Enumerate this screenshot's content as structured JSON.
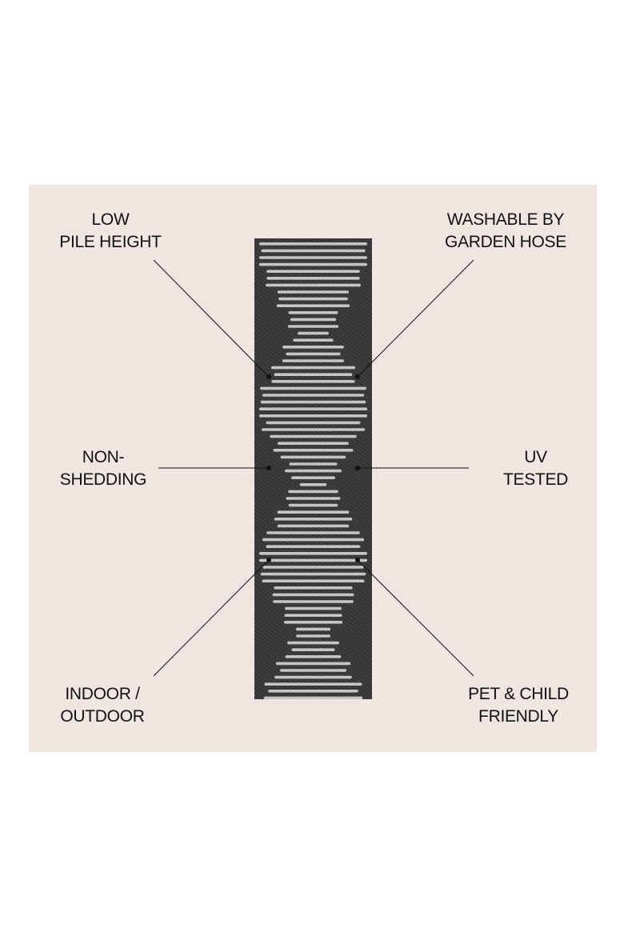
{
  "features": {
    "low_pile": {
      "line1": "LOW",
      "line2": "PILE HEIGHT"
    },
    "washable": {
      "line1": "WASHABLE BY",
      "line2": "GARDEN HOSE"
    },
    "non_shedding": {
      "line1": "NON-",
      "line2": "SHEDDING"
    },
    "uv_tested": {
      "line1": "UV",
      "line2": "TESTED"
    },
    "indoor_outdoor": {
      "line1": "INDOOR /",
      "line2": "OUTDOOR"
    },
    "pet_child": {
      "line1": "PET & CHILD",
      "line2": "FRIENDLY"
    }
  },
  "colors": {
    "panel": "#efe6e1",
    "rug": "#3b3b3d",
    "stripe": "#e4e4e4",
    "line": "#111111"
  }
}
